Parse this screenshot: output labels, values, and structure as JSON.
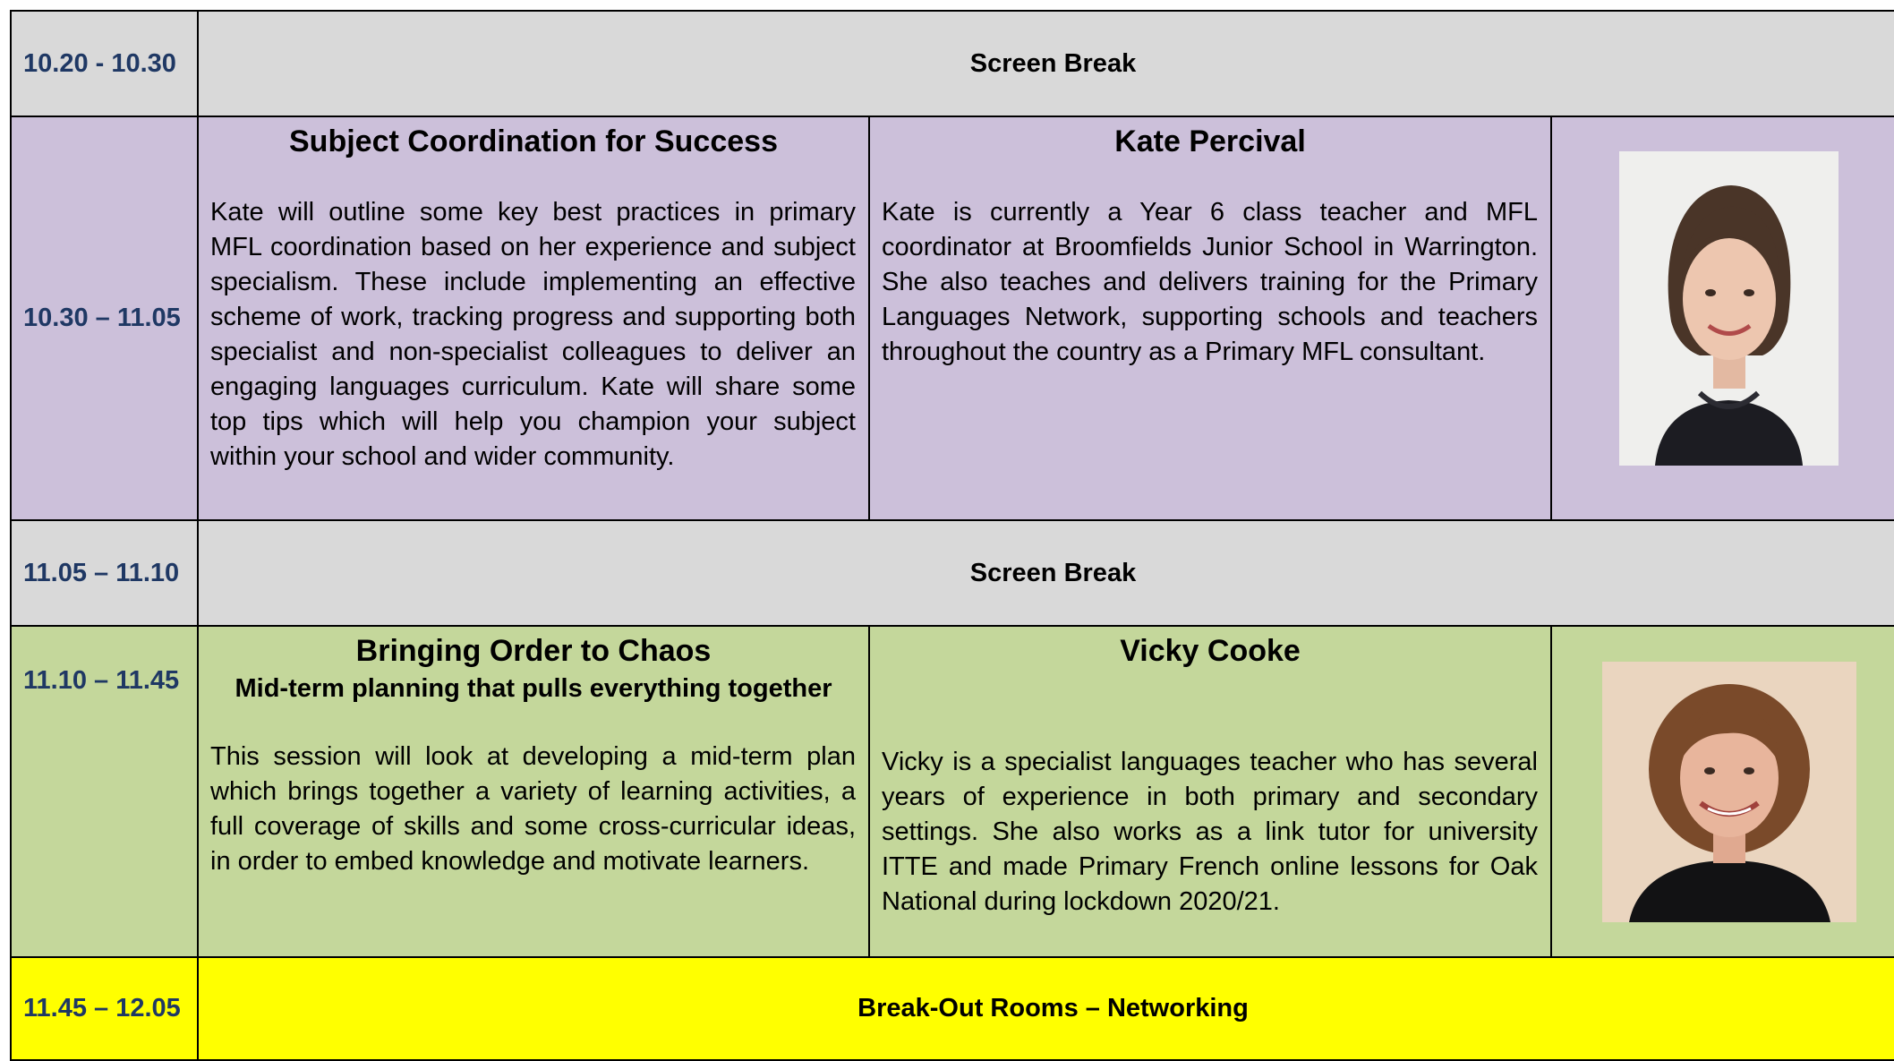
{
  "rows": {
    "break1": {
      "time": "10.20 - 10.30",
      "label": "Screen Break"
    },
    "session1": {
      "time": "10.30 – 11.05",
      "title": "Subject Coordination for Success",
      "description": "Kate will outline some key best practices in primary MFL coordination based on her experience and subject specialism. These include implementing an effective scheme of work, tracking progress and supporting both specialist and non-specialist colleagues to deliver an engaging languages curriculum. Kate will share some top tips which will help you champion your subject within your school and wider community.",
      "speaker_name": "Kate Percival",
      "speaker_bio": "Kate is currently a Year 6 class teacher and MFL coordinator at Broomfields Junior School in Warrington. She also teaches and delivers training for the Primary Languages Network, supporting schools and teachers throughout the country as a Primary MFL consultant."
    },
    "break2": {
      "time": "11.05 – 11.10",
      "label": "Screen Break"
    },
    "session2": {
      "time": "11.10 – 11.45",
      "title": "Bringing Order to Chaos",
      "subtitle": "Mid-term planning that pulls everything together",
      "description": "This session will look at developing a mid-term plan which brings together a variety of learning activities, a full coverage of skills and some cross-curricular ideas, in order to embed knowledge and motivate learners.",
      "speaker_name": "Vicky Cooke",
      "speaker_bio": "Vicky is a specialist languages teacher who has several years of experience in both primary and secondary settings. She also works as a link tutor for university ITTE and made Primary French online lessons for Oak National during lockdown 2020/21."
    },
    "networking": {
      "time": "11.45 – 12.05",
      "label": "Break-Out Rooms – Networking"
    }
  },
  "colors": {
    "time_text": "#1f3864",
    "grey_row": "#d9d9d9",
    "lilac_row": "#ccc0da",
    "green_row": "#c4d79b",
    "yellow_row": "#ffff00"
  }
}
